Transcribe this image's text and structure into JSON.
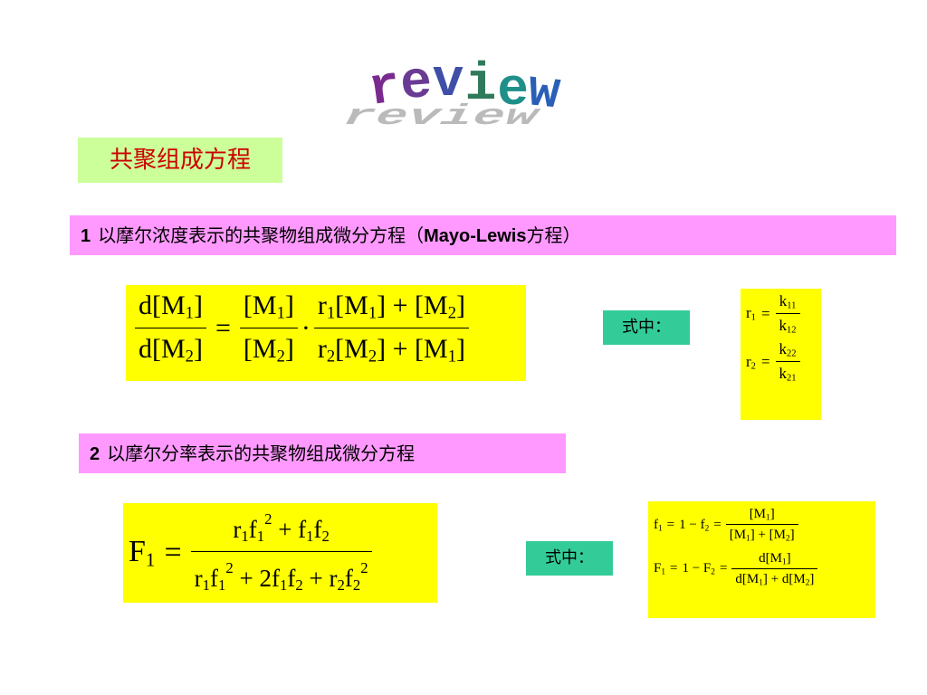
{
  "review_title": "review",
  "section_title": "共聚组成方程",
  "colors": {
    "section_bg": "#ccff99",
    "section_text": "#cc0000",
    "header_bg": "#ff99ff",
    "formula_bg": "#ffff00",
    "label_bg": "#33cc99"
  },
  "header1": {
    "number": "1",
    "text": "以摩尔浓度表示的共聚物组成微分方程（",
    "latin": "Mayo-Lewis",
    "suffix": "方程）"
  },
  "header2": {
    "number": "2",
    "text": "以摩尔分率表示的共聚物组成微分方程"
  },
  "where_label_1": "式中：",
  "where_label_2": "式中："
}
